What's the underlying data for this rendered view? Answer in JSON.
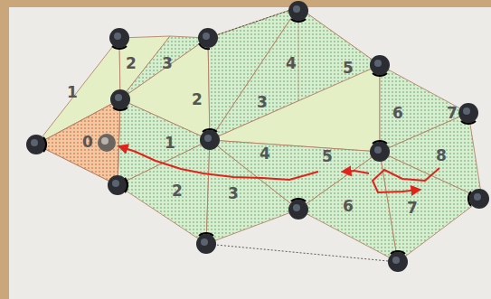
{
  "diagram": {
    "labels": [
      "2",
      "3",
      "4",
      "5",
      "1",
      "2",
      "3",
      "6",
      "7",
      "0",
      "1",
      "4",
      "5",
      "8",
      "2",
      "3",
      "6",
      "7"
    ]
  }
}
